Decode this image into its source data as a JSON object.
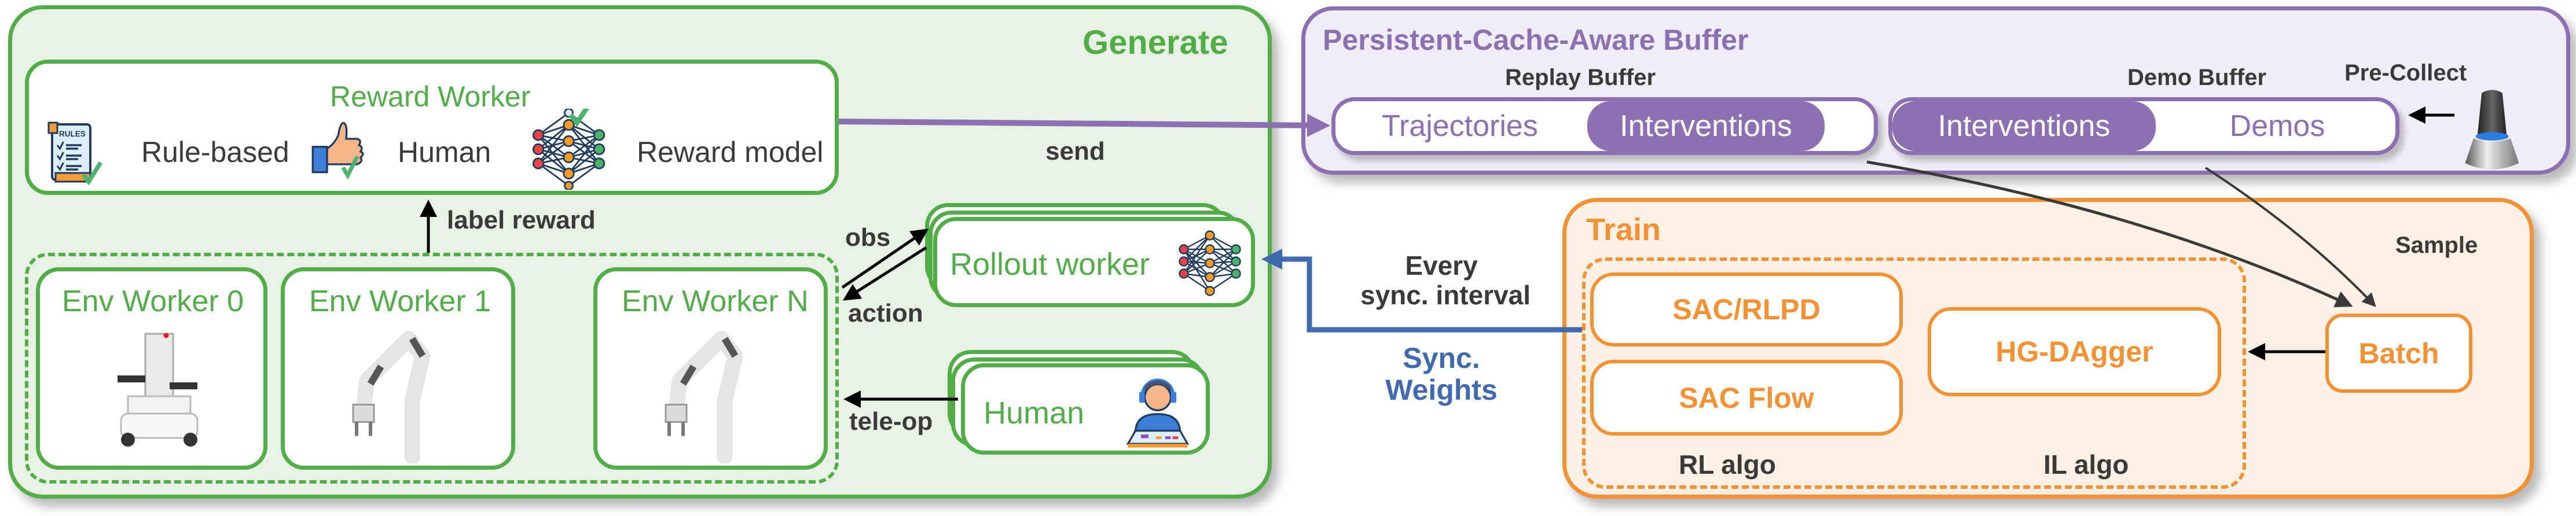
{
  "generate": {
    "title": "Generate",
    "reward_worker": {
      "title": "Reward Worker",
      "items": [
        {
          "label": "Rule-based",
          "icon": "rules-scroll-icon"
        },
        {
          "label": "Human",
          "icon": "thumbs-up-icon"
        },
        {
          "label": "Reward model",
          "icon": "neural-network-icon"
        }
      ]
    },
    "label_reward": "label reward",
    "env_workers": [
      {
        "label": "Env Worker 0",
        "icon": "mobile-robot-icon"
      },
      {
        "label": "Env Worker 1",
        "icon": "robot-arm-icon"
      },
      {
        "label": "Env Worker N",
        "icon": "robot-arm-icon"
      }
    ],
    "obs_label": "obs",
    "action_label": "action",
    "tele_op_label": "tele-op",
    "rollout_worker": "Rollout worker",
    "human_worker": "Human",
    "send_label": "send"
  },
  "buffer": {
    "title": "Persistent-Cache-Aware Buffer",
    "replay": {
      "title": "Replay Buffer",
      "segments": [
        "Trajectories",
        "Interventions"
      ]
    },
    "demo": {
      "title": "Demo Buffer",
      "segments": [
        "Interventions",
        "Demos"
      ]
    },
    "pre_collect": "Pre-Collect"
  },
  "sync": {
    "every_line1": "Every",
    "every_line2": "sync. interval",
    "weights_line1": "Sync.",
    "weights_line2": "Weights"
  },
  "train": {
    "title": "Train",
    "rl_algos": [
      "SAC/RLPD",
      "SAC Flow"
    ],
    "rl_label": "RL algo",
    "il_algo": "HG-DAgger",
    "il_label": "IL algo",
    "batch": "Batch",
    "sample_label": "Sample"
  },
  "colors": {
    "generate": "#52ac48",
    "buffer": "#8c70b1",
    "train": "#f39135",
    "sync": "#4169ad"
  }
}
